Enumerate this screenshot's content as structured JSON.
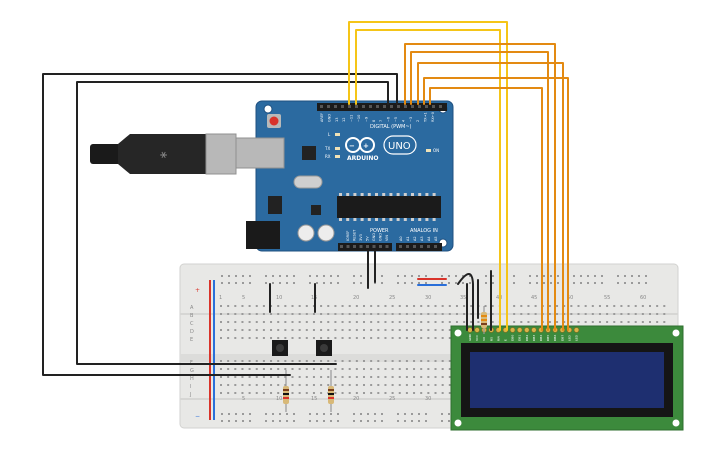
{
  "arduino": {
    "brand": "ARDUINO",
    "model": "UNO",
    "digital_label": "DIGITAL (PWM~)",
    "analog_label": "ANALOG IN",
    "power_label": "POWER",
    "on_label": "ON",
    "l_label": "L",
    "tx_label": "TX",
    "rx_label": "RX",
    "power_pins": [
      "IOREF",
      "RESET",
      "3V3",
      "5V",
      "GND",
      "GND",
      "VIN"
    ],
    "analog_pins": [
      "A0",
      "A1",
      "A2",
      "A3",
      "A4",
      "A5"
    ],
    "digital_pins": [
      "AREF",
      "GND",
      "13",
      "12",
      "~11",
      "~10",
      "~9",
      "8",
      "7",
      "~6",
      "~5",
      "4",
      "~3",
      "2",
      "TX→1",
      "RX←0"
    ]
  },
  "breadboard": {
    "row_letters": [
      "A",
      "B",
      "C",
      "D",
      "E",
      "F",
      "G",
      "H",
      "I",
      "J"
    ],
    "column_numbers": [
      "1",
      "5",
      "10",
      "15",
      "20",
      "25",
      "30",
      "35",
      "40",
      "45",
      "50",
      "55",
      "60"
    ]
  },
  "lcd": {
    "pin_labels": [
      "GND",
      "VCC",
      "V0",
      "RS",
      "RW",
      "E",
      "DB0",
      "DB1",
      "DB2",
      "DB3",
      "DB4",
      "DB5",
      "DB6",
      "DB7",
      "LED",
      "LED"
    ]
  },
  "colors": {
    "board_blue": "#2b6aa0",
    "breadboard": "#e8e8e6",
    "lcd_pcb": "#3c8a3c",
    "lcd_screen": "#1e2f70",
    "wire_yellow": "#f5c518",
    "wire_orange": "#e38a12",
    "wire_black": "#222222",
    "rail_red": "#d9332a",
    "rail_blue": "#2a6fd9"
  }
}
